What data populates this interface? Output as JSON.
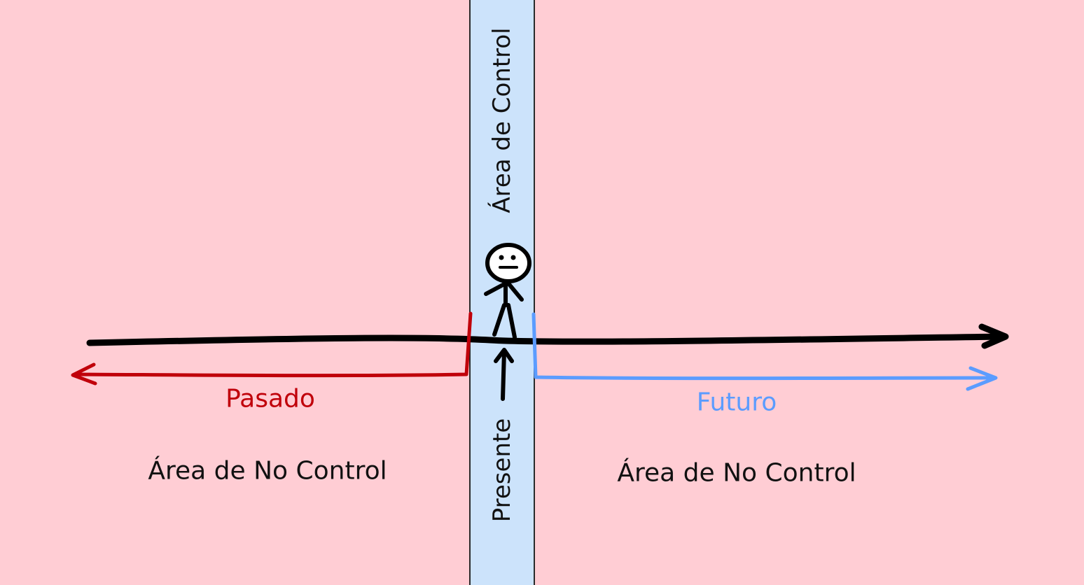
{
  "labels": {
    "control_area": "Área de Control",
    "present": "Presente",
    "past": "Pasado",
    "future": "Futuro",
    "no_control_left": "Área de No Control",
    "no_control_right": "Área de No Control"
  },
  "colors": {
    "background": "#ffcdd4",
    "control_band": "#cce3fb",
    "timeline": "#000000",
    "past": "#c0000a",
    "future": "#5b9cff",
    "text": "#111111"
  },
  "icons": {
    "figure": "stick-figure-icon"
  }
}
